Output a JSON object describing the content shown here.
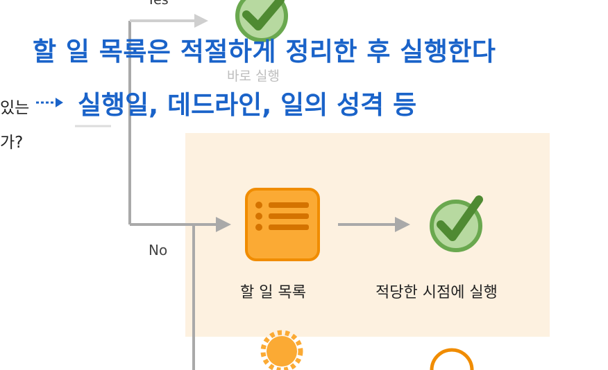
{
  "labels": {
    "yes": "Yes",
    "quick_exec": "바로 실행",
    "question_line1": "있는",
    "question_line2": "가?",
    "no": "No",
    "todo_list": "할 일 목록",
    "exec_later": "적당한 시점에 실행"
  },
  "headline": {
    "title": "할 일 목록은 적절하게 정리한 후 실행한다",
    "subtitle": "실행일, 데드라인, 일의 성격 등"
  },
  "icons": {
    "check": "check-circle-icon",
    "list": "todo-list-icon",
    "gear": "gear-icon",
    "arrow": "arrow-right-icon"
  },
  "colors": {
    "headline": "#1a63c9",
    "highlight_box": "#fdf1e0",
    "orange": "#fbaa34",
    "orange_dark": "#f08c00",
    "green": "#6aa84f",
    "green_light": "#b7d9a0",
    "connector": "#a9a9a9"
  }
}
